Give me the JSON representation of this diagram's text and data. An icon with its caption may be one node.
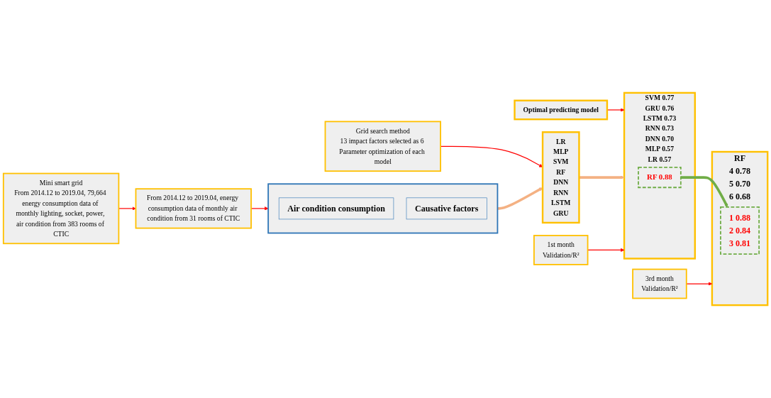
{
  "diagram": {
    "nodes": [
      {
        "text": [
          "Mini smart grid",
          "From 2014.12 to 2019.04, 79,664 energy consumption data of monthly lighting, socket, power, air condition from 383 rooms of CTIC"
        ]
      },
      {
        "text": [
          "From 2014.12 to 2019.04, energy consumption data of monthly air condition from 31 rooms of CTIC"
        ]
      },
      {
        "text": [],
        "shape": "box"
      },
      {
        "text": [
          "Air condition consumption"
        ],
        "in": 2
      },
      {
        "text": [
          "Causative factors"
        ],
        "in": 2
      },
      {
        "text": [
          "Grid search method",
          "13 impact factors selected as 6 Parameter optimization of each model"
        ]
      },
      {
        "text": [
          "LR",
          "MLP",
          "SVM",
          "RF",
          "DNN",
          "RNN",
          "LSTM",
          "GRU"
        ]
      },
      {
        "text": [
          "Optimal predicting model"
        ]
      },
      {
        "text": [
          "1st month",
          "Validation/R²"
        ]
      },
      {
        "text": [
          "SVM 0.77",
          "GRU 0.76",
          "LSTM 0.73",
          "RNN 0.73",
          "DNN 0.70",
          "MLP 0.57",
          "LR 0.57"
        ]
      },
      {
        "text": [
          "RF 0.88"
        ],
        "in": 9
      },
      {
        "text": [
          "3rd month",
          "Validation/R²"
        ]
      },
      {
        "text": [
          "RF",
          "4 0.78",
          "5 0.70",
          "6 0.68"
        ]
      },
      {
        "text": [
          "1 0.88",
          "2 0.84",
          "3 0.81"
        ],
        "in": 12
      }
    ],
    "edges": [
      {
        "from": 0,
        "to": 1,
        "arrow": "to"
      },
      {
        "from": 1,
        "to": 2,
        "arrow": "to"
      },
      {
        "from": 5,
        "to": 6,
        "arrow": "to"
      },
      {
        "from": 2,
        "to": 6,
        "arrow": "to",
        "style": "thick",
        "color": "#f4b183"
      },
      {
        "from": 7,
        "to": 9,
        "arrow": "to"
      },
      {
        "from": 6,
        "to": 9,
        "arrow": "to",
        "style": "thick",
        "color": "#f4b183"
      },
      {
        "from": 8,
        "to": 9,
        "arrow": "to"
      },
      {
        "from": 11,
        "to": 12,
        "arrow": "to"
      },
      {
        "from": 10,
        "to": 13,
        "arrow": "to",
        "style": "thick",
        "color": "#70ad47"
      }
    ]
  }
}
